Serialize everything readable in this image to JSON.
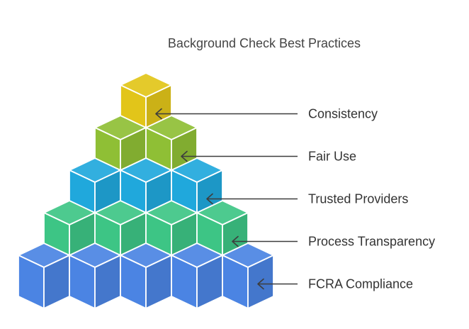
{
  "title": "Background Check Best Practices",
  "levels": [
    {
      "label": "Consistency",
      "cubes": 1,
      "color": "#E2C519"
    },
    {
      "label": "Fair Use",
      "cubes": 2,
      "color": "#8FBF35"
    },
    {
      "label": "Trusted Providers",
      "cubes": 3,
      "color": "#20A8DC"
    },
    {
      "label": "Process Transparency",
      "cubes": 4,
      "color": "#3DC585"
    },
    {
      "label": "FCRA Compliance",
      "cubes": 5,
      "color": "#4B84E3"
    }
  ]
}
